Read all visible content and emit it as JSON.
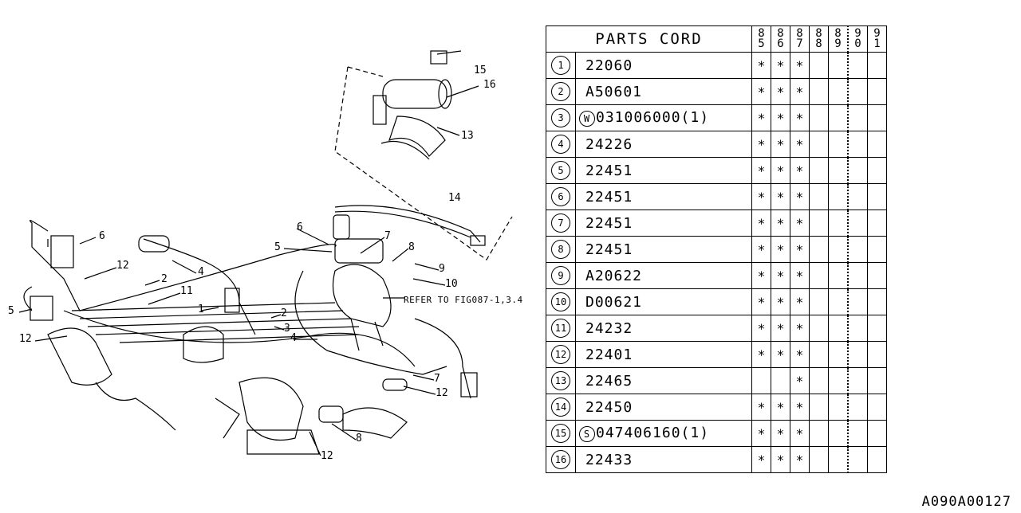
{
  "table": {
    "title": "PARTS CORD",
    "years": [
      [
        "8",
        "5"
      ],
      [
        "8",
        "6"
      ],
      [
        "8",
        "7"
      ],
      [
        "8",
        "8"
      ],
      [
        "8",
        "9"
      ],
      [
        "9",
        "0"
      ],
      [
        "9",
        "1"
      ]
    ],
    "mark": "*",
    "rows": [
      {
        "num": "1",
        "prefix": "",
        "code": "22060",
        "marks": [
          1,
          1,
          1,
          0,
          0,
          0,
          0
        ]
      },
      {
        "num": "2",
        "prefix": "",
        "code": "A50601",
        "marks": [
          1,
          1,
          1,
          0,
          0,
          0,
          0
        ]
      },
      {
        "num": "3",
        "prefix": "W",
        "code": "031006000(1)",
        "marks": [
          1,
          1,
          1,
          0,
          0,
          0,
          0
        ]
      },
      {
        "num": "4",
        "prefix": "",
        "code": "24226",
        "marks": [
          1,
          1,
          1,
          0,
          0,
          0,
          0
        ]
      },
      {
        "num": "5",
        "prefix": "",
        "code": "22451",
        "marks": [
          1,
          1,
          1,
          0,
          0,
          0,
          0
        ]
      },
      {
        "num": "6",
        "prefix": "",
        "code": "22451",
        "marks": [
          1,
          1,
          1,
          0,
          0,
          0,
          0
        ]
      },
      {
        "num": "7",
        "prefix": "",
        "code": "22451",
        "marks": [
          1,
          1,
          1,
          0,
          0,
          0,
          0
        ]
      },
      {
        "num": "8",
        "prefix": "",
        "code": "22451",
        "marks": [
          1,
          1,
          1,
          0,
          0,
          0,
          0
        ]
      },
      {
        "num": "9",
        "prefix": "",
        "code": "A20622",
        "marks": [
          1,
          1,
          1,
          0,
          0,
          0,
          0
        ]
      },
      {
        "num": "10",
        "prefix": "",
        "code": "D00621",
        "marks": [
          1,
          1,
          1,
          0,
          0,
          0,
          0
        ]
      },
      {
        "num": "11",
        "prefix": "",
        "code": "24232",
        "marks": [
          1,
          1,
          1,
          0,
          0,
          0,
          0
        ]
      },
      {
        "num": "12",
        "prefix": "",
        "code": "22401",
        "marks": [
          1,
          1,
          1,
          0,
          0,
          0,
          0
        ]
      },
      {
        "num": "13",
        "prefix": "",
        "code": "22465",
        "marks": [
          0,
          0,
          1,
          0,
          0,
          0,
          0
        ]
      },
      {
        "num": "14",
        "prefix": "",
        "code": "22450",
        "marks": [
          1,
          1,
          1,
          0,
          0,
          0,
          0
        ]
      },
      {
        "num": "15",
        "prefix": "S",
        "code": "047406160(1)",
        "marks": [
          1,
          1,
          1,
          0,
          0,
          0,
          0
        ]
      },
      {
        "num": "16",
        "prefix": "",
        "code": "22433",
        "marks": [
          1,
          1,
          1,
          0,
          0,
          0,
          0
        ]
      }
    ]
  },
  "diagram": {
    "callouts": [
      "15",
      "16",
      "13",
      "14",
      "6",
      "12",
      "2",
      "11",
      "5",
      "12",
      "1",
      "4",
      "2",
      "3",
      "4",
      "6",
      "5",
      "7",
      "8",
      "9",
      "10",
      "7",
      "12",
      "8",
      "12"
    ],
    "note": "REFER TO FIG087-1,3.4"
  },
  "footer": "A090A00127"
}
